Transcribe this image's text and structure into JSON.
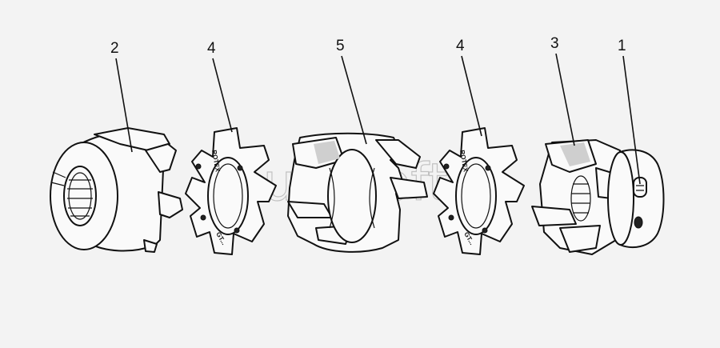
{
  "callouts": [
    {
      "id": "2",
      "label": "2"
    },
    {
      "id": "4a",
      "label": "4"
    },
    {
      "id": "5",
      "label": "5"
    },
    {
      "id": "4b",
      "label": "4"
    },
    {
      "id": "3",
      "label": "3"
    },
    {
      "id": "1",
      "label": "1"
    }
  ],
  "spider_marking": "ROTEX",
  "spider_marking_lower": "GT...",
  "watermark": "AutoSoft",
  "colors": {
    "line": "#111111",
    "background": "#f3f3f3",
    "watermark": "#9a9a9a"
  }
}
